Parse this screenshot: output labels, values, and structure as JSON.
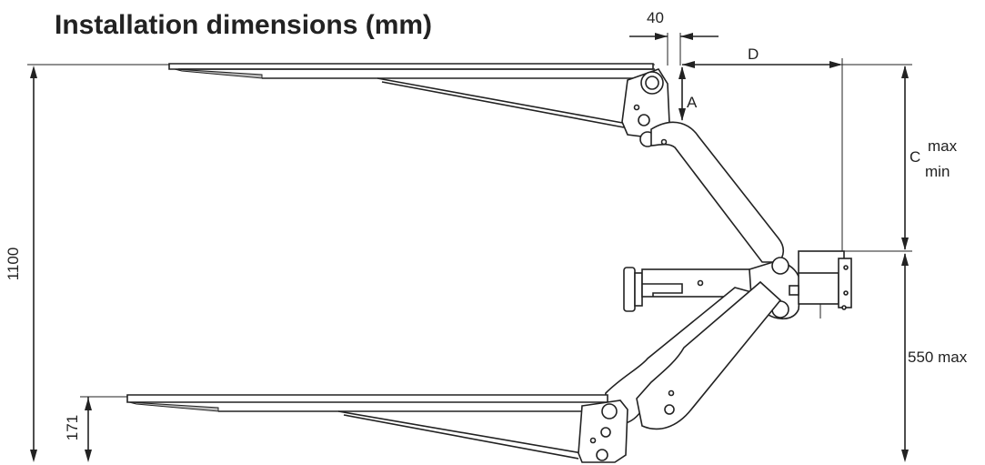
{
  "title": "Installation dimensions (mm)",
  "dimensions": {
    "gap_40": "40",
    "d": "D",
    "a": "A",
    "c": "C",
    "c_max": "max",
    "c_min": "min",
    "height_1100": "1100",
    "lower_550": "550 max",
    "offset_171": "171"
  }
}
